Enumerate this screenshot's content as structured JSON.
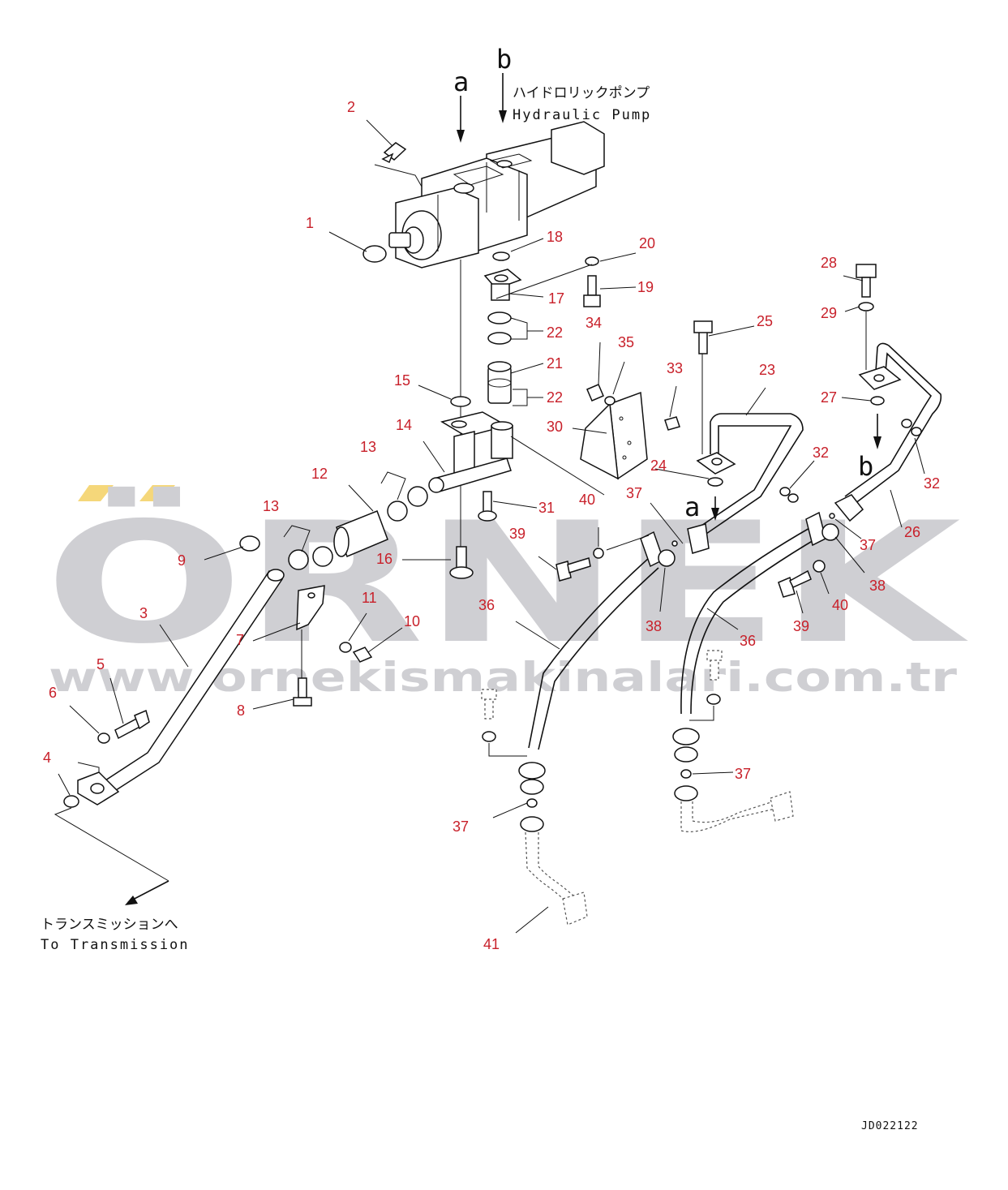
{
  "watermark": {
    "brand": "ÖRNEK",
    "url": "www.ornekismakinalari.com.tr",
    "accent_color": "#f5d77a",
    "text_color": "#cfcfd3"
  },
  "labels": {
    "pump_jp": "ハイドロリックポンプ",
    "pump_en": "Hydraulic Pump",
    "trans_jp": "トランスミッションへ",
    "trans_en": "To Transmission",
    "ref_a": "a",
    "ref_b": "b",
    "drawing_code": "JD022122"
  },
  "callout_color": "#c8202a",
  "callouts": [
    {
      "id": "c1",
      "text": "1"
    },
    {
      "id": "c2",
      "text": "2"
    },
    {
      "id": "c3",
      "text": "3"
    },
    {
      "id": "c4",
      "text": "4"
    },
    {
      "id": "c5",
      "text": "5"
    },
    {
      "id": "c6",
      "text": "6"
    },
    {
      "id": "c7",
      "text": "7"
    },
    {
      "id": "c8",
      "text": "8"
    },
    {
      "id": "c9",
      "text": "9"
    },
    {
      "id": "c10",
      "text": "10"
    },
    {
      "id": "c11",
      "text": "11"
    },
    {
      "id": "c12",
      "text": "12"
    },
    {
      "id": "c13a",
      "text": "13"
    },
    {
      "id": "c13b",
      "text": "13"
    },
    {
      "id": "c14",
      "text": "14"
    },
    {
      "id": "c15",
      "text": "15"
    },
    {
      "id": "c16",
      "text": "16"
    },
    {
      "id": "c17",
      "text": "17"
    },
    {
      "id": "c18",
      "text": "18"
    },
    {
      "id": "c19",
      "text": "19"
    },
    {
      "id": "c20",
      "text": "20"
    },
    {
      "id": "c21",
      "text": "21"
    },
    {
      "id": "c22a",
      "text": "22"
    },
    {
      "id": "c22b",
      "text": "22"
    },
    {
      "id": "c23",
      "text": "23"
    },
    {
      "id": "c24",
      "text": "24"
    },
    {
      "id": "c25",
      "text": "25"
    },
    {
      "id": "c26",
      "text": "26"
    },
    {
      "id": "c27",
      "text": "27"
    },
    {
      "id": "c28",
      "text": "28"
    },
    {
      "id": "c29",
      "text": "29"
    },
    {
      "id": "c30",
      "text": "30"
    },
    {
      "id": "c31",
      "text": "31"
    },
    {
      "id": "c32a",
      "text": "32"
    },
    {
      "id": "c32b",
      "text": "32"
    },
    {
      "id": "c33",
      "text": "33"
    },
    {
      "id": "c34",
      "text": "34"
    },
    {
      "id": "c35",
      "text": "35"
    },
    {
      "id": "c36a",
      "text": "36"
    },
    {
      "id": "c36b",
      "text": "36"
    },
    {
      "id": "c37a",
      "text": "37"
    },
    {
      "id": "c37b",
      "text": "37"
    },
    {
      "id": "c37c",
      "text": "37"
    },
    {
      "id": "c37d",
      "text": "37"
    },
    {
      "id": "c38a",
      "text": "38"
    },
    {
      "id": "c38b",
      "text": "38"
    },
    {
      "id": "c39a",
      "text": "39"
    },
    {
      "id": "c39b",
      "text": "39"
    },
    {
      "id": "c40a",
      "text": "40"
    },
    {
      "id": "c40b",
      "text": "40"
    },
    {
      "id": "c41",
      "text": "41"
    }
  ]
}
